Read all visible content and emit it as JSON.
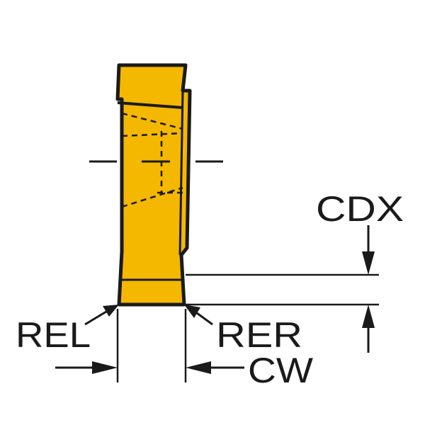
{
  "diagram": {
    "labels": {
      "cdx": "CDX",
      "rel": "REL",
      "rer": "RER",
      "cw": "CW"
    },
    "colors": {
      "insert_fill": "#F5B800",
      "line": "#1a1a1a",
      "background": "#ffffff"
    }
  }
}
